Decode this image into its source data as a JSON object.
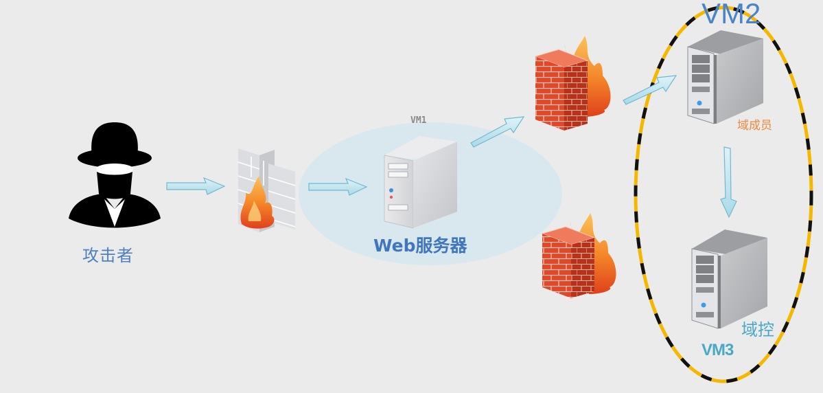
{
  "diagram": {
    "title": "",
    "colors": {
      "background": "#ebebeb",
      "arrow_fill": "#bfe3ef",
      "arrow_stroke": "#6fb8d0",
      "vm1_zone": "#d6e9f1",
      "domain_zone_stroke_a": "#f5b800",
      "domain_zone_stroke_b": "#111111",
      "firewall_brick": "#d9431f",
      "flame": "#f5892a"
    },
    "nodes": {
      "attacker": {
        "label": "攻击者",
        "icon": "hacker-icon"
      },
      "firewall1": {
        "label": "",
        "icon": "gray-firewall-icon"
      },
      "web_server": {
        "label": "Web服务器",
        "zone_label": "VM1",
        "icon": "server-icon"
      },
      "firewall2": {
        "label": "",
        "icon": "red-firewall-icon"
      },
      "firewall3": {
        "label": "",
        "icon": "red-firewall-icon"
      },
      "domain_member": {
        "label": "域成员",
        "zone_label": "VM2",
        "icon": "server-icon"
      },
      "domain_controller": {
        "label": "域控",
        "zone_label": "VM3",
        "icon": "server-icon"
      }
    },
    "edges": [
      {
        "from": "attacker",
        "to": "firewall1"
      },
      {
        "from": "firewall1",
        "to": "web_server"
      },
      {
        "from": "web_server",
        "to": "firewall2"
      },
      {
        "from": "firewall2",
        "to": "domain_member"
      },
      {
        "from": "domain_member",
        "to": "domain_controller"
      }
    ]
  }
}
